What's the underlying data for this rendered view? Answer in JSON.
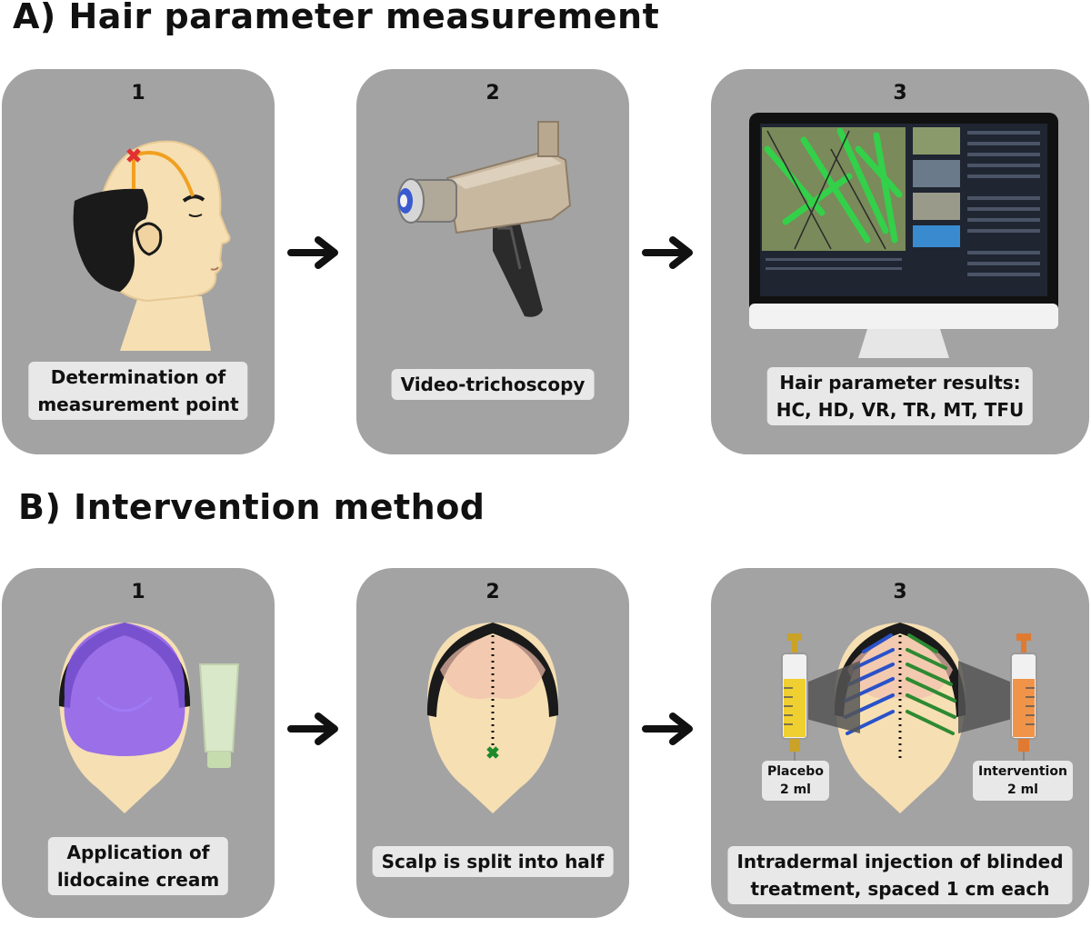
{
  "sections": [
    {
      "title": "A) Hair parameter measurement",
      "steps": [
        {
          "number": "1",
          "caption": [
            "Determination of",
            "measurement point"
          ]
        },
        {
          "number": "2",
          "caption": [
            "Video-trichoscopy"
          ]
        },
        {
          "number": "3",
          "caption": [
            "Hair parameter results:",
            "HC, HD, VR, TR, MT, TFU"
          ]
        }
      ]
    },
    {
      "title": "B) Intervention method",
      "steps": [
        {
          "number": "1",
          "caption": [
            "Application of",
            "lidocaine cream"
          ]
        },
        {
          "number": "2",
          "caption": [
            "Scalp is split into half"
          ]
        },
        {
          "number": "3",
          "caption": [
            "Intradermal injection of blinded",
            "treatment, spaced 1 cm each"
          ]
        }
      ]
    }
  ],
  "syringes": {
    "placebo": {
      "label": "Placebo",
      "volume": "2 ml"
    },
    "intervention": {
      "label": "Intervention",
      "volume": "2 ml"
    }
  },
  "colors": {
    "panel": "#a3a3a3",
    "caption_bg": "#e8e8e8",
    "skin": "#f6dfb3",
    "hair": "#1a1a1a",
    "cream": "#8a5cf0",
    "marker_red": "#e23030",
    "marker_green": "#1d8a2a",
    "injection_blue": "#2a52c9",
    "injection_green": "#2e8a32"
  },
  "icons": [
    "right-arrow-icon",
    "head-profile-icon",
    "trichoscope-icon",
    "monitor-icon",
    "scalp-top-icon",
    "cream-tube-icon",
    "syringe-icon"
  ]
}
